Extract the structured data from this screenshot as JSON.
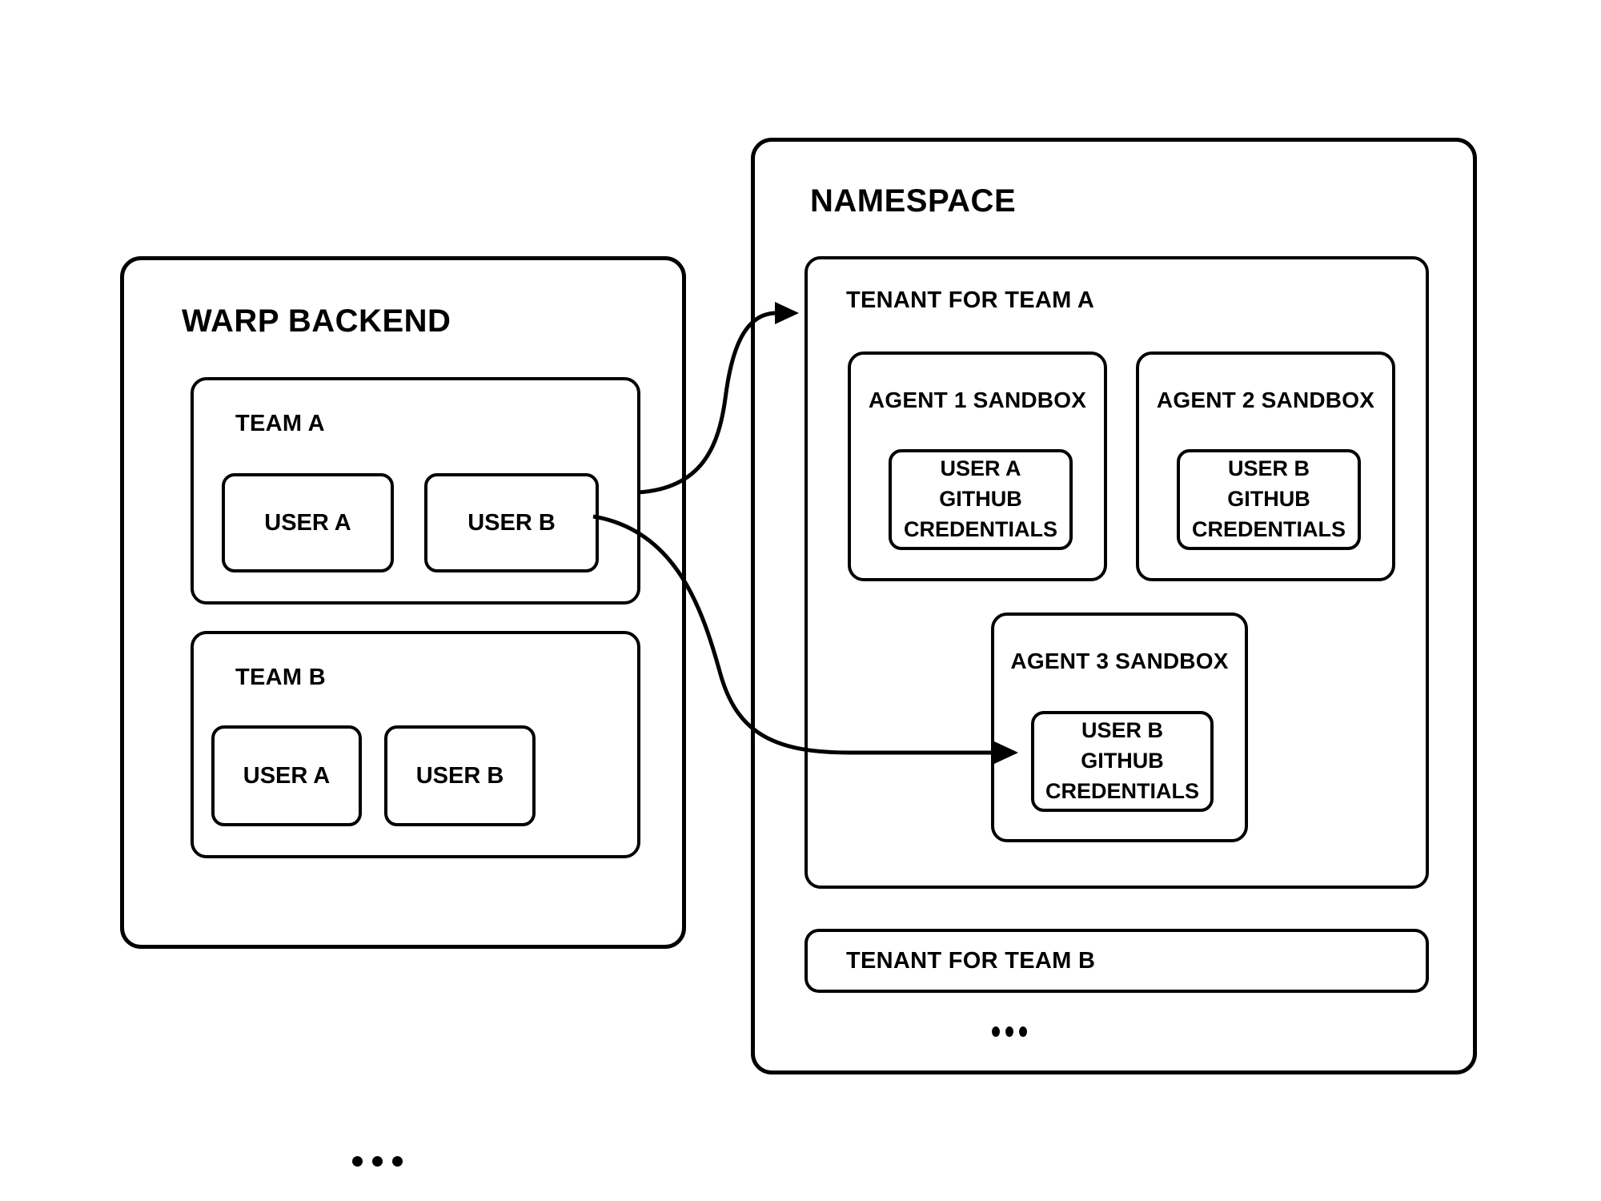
{
  "colors": {
    "background": "#ffffff",
    "stroke": "#000000",
    "text": "#000000"
  },
  "warp": {
    "title": "WARP BACKEND",
    "teams": [
      {
        "label": "TEAM A",
        "users": [
          "USER A",
          "USER B"
        ]
      },
      {
        "label": "TEAM B",
        "users": [
          "USER A",
          "USER B"
        ]
      }
    ],
    "ellipsis": "•••"
  },
  "namespace": {
    "title": "NAMESPACE",
    "tenant_a": {
      "label": "TENANT FOR TEAM A",
      "sandboxes": [
        {
          "label": "AGENT 1 SANDBOX",
          "credential": "USER A GITHUB CREDENTIALS"
        },
        {
          "label": "AGENT 2 SANDBOX",
          "credential": "USER B GITHUB CREDENTIALS"
        },
        {
          "label": "AGENT 3 SANDBOX",
          "credential": "USER B GITHUB CREDENTIALS"
        }
      ]
    },
    "tenant_b": {
      "label": "TENANT FOR TEAM B"
    },
    "ellipsis": "•••"
  },
  "arrows": [
    {
      "from": "TEAM A",
      "to": "TENANT FOR TEAM A"
    },
    {
      "from": "USER B (TEAM A)",
      "to": "USER B GITHUB CREDENTIALS (AGENT 3 SANDBOX)"
    }
  ]
}
